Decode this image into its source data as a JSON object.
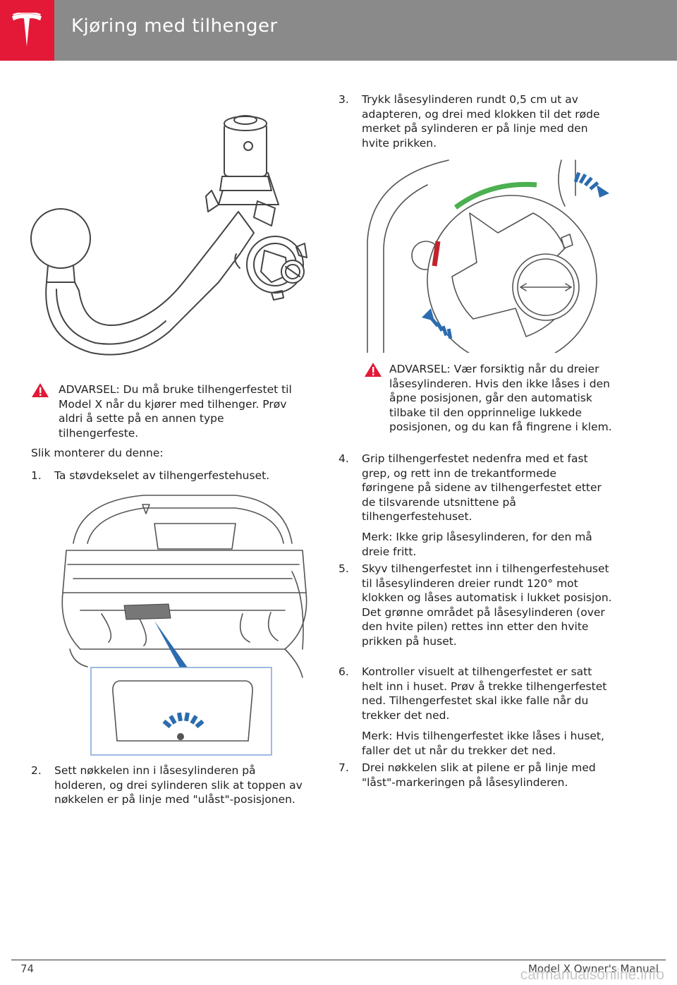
{
  "header": {
    "title": "Kjøring med tilhenger"
  },
  "colors": {
    "brand_red": "#e31937",
    "header_gray": "#8a8a8a",
    "warning_red": "#e31937",
    "lock_green": "#4caf50",
    "arrow_blue": "#2b6cb0"
  },
  "icons": {
    "logo": "tesla-logo-icon",
    "warning": "warning-triangle-icon"
  },
  "left": {
    "warning1": "ADVARSEL: Du må bruke tilhengerfestet til Model X når du kjører med tilhenger. Prøv aldri å sette på en annen type tilhengerfeste.",
    "intro": "Slik monterer du denne:",
    "steps": [
      {
        "num": "1.",
        "text": "Ta støvdekselet av tilhengerfestehuset."
      },
      {
        "num": "2.",
        "text": "Sett nøkkelen inn i låsesylinderen på holderen, og drei sylinderen slik at toppen av nøkkelen er på linje med \"ulåst\"-posisjonen."
      }
    ]
  },
  "right": {
    "step3": {
      "num": "3.",
      "text": "Trykk låsesylinderen rundt 0,5 cm ut av adapteren, og drei med klokken til det røde merket på sylinderen er på linje med den hvite prikken."
    },
    "warning2": "ADVARSEL: Vær forsiktig når du dreier låsesylinderen. Hvis den ikke låses i den åpne posisjonen, går den automatisk tilbake til den opprinnelige lukkede posisjonen, og du kan få fingrene i klem.",
    "step4": {
      "num": "4.",
      "text": "Grip tilhengerfestet nedenfra med et fast grep, og rett inn de trekantformede føringene på sidene av tilhengerfestet etter de tilsvarende utsnittene på tilhengerfestehuset."
    },
    "note4": "Merk: Ikke grip låsesylinderen, for den må dreie fritt.",
    "step5": {
      "num": "5.",
      "text": "Skyv tilhengerfestet inn i tilhengerfestehuset til låsesylinderen dreier rundt 120° mot klokken og låses automatisk i lukket posisjon. Det grønne området på låsesylinderen (over den hvite pilen) rettes inn etter den hvite prikken på huset."
    },
    "step6": {
      "num": "6.",
      "text": "Kontroller visuelt at tilhengerfestet er satt helt inn i huset. Prøv å trekke tilhengerfestet ned. Tilhengerfestet skal ikke falle når du trekker det ned."
    },
    "note6": "Merk: Hvis tilhengerfestet ikke låses i huset, faller det ut når du trekker det ned.",
    "step7": {
      "num": "7.",
      "text": "Drei nøkkelen slik at pilene er på linje med \"låst\"-markeringen på låsesylinderen."
    }
  },
  "footer": {
    "page_number": "74",
    "manual": "Model X Owner's Manual",
    "watermark": "carmanualsonline.info"
  }
}
